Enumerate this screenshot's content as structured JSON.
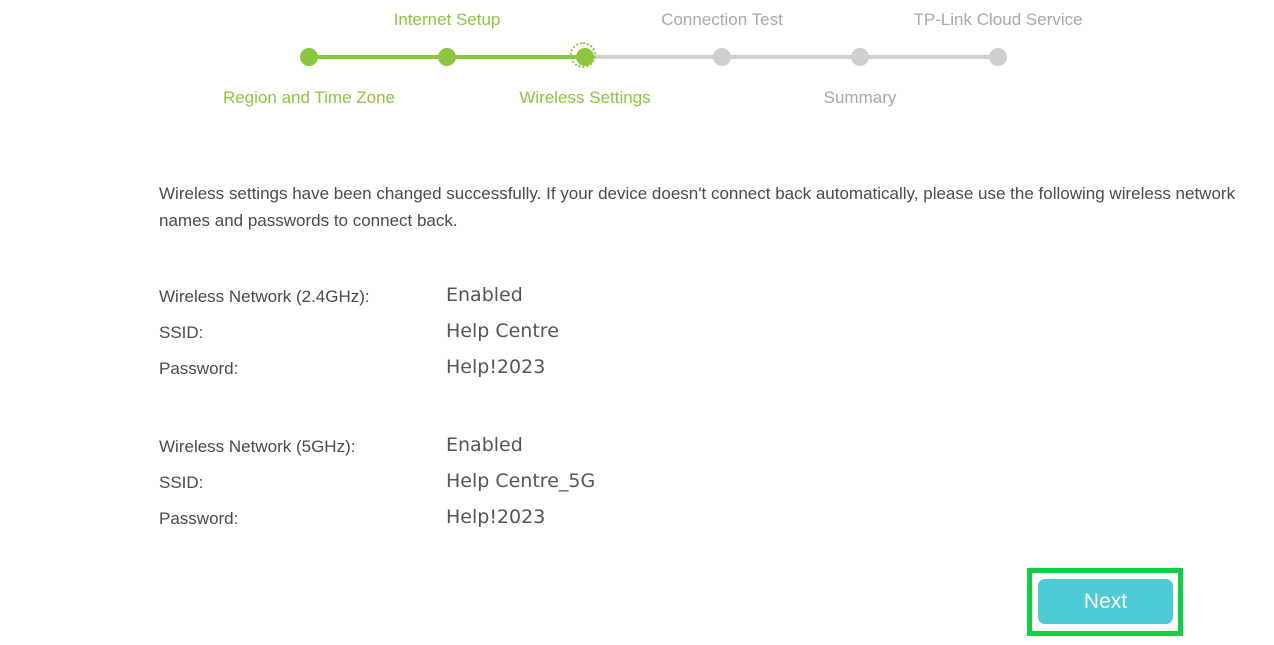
{
  "stepper": {
    "steps": [
      {
        "label": "Region and Time Zone",
        "state": "done"
      },
      {
        "label": "Internet Setup",
        "state": "done"
      },
      {
        "label": "Wireless Settings",
        "state": "current"
      },
      {
        "label": "Connection Test",
        "state": "todo"
      },
      {
        "label": "Summary",
        "state": "todo"
      },
      {
        "label": "TP-Link Cloud Service",
        "state": "todo"
      }
    ],
    "colors": {
      "done": "#8cc63f",
      "todo": "#cfcfcf"
    }
  },
  "message": "Wireless settings have been changed successfully. If your device doesn't connect back automatically, please use the following wireless network names and passwords to connect back.",
  "networks": [
    {
      "band_label": "Wireless Network (2.4GHz):",
      "status": "Enabled",
      "ssid_label": "SSID:",
      "ssid": "Help Centre",
      "password_label": "Password:",
      "password": "Help!2023"
    },
    {
      "band_label": "Wireless Network (5GHz):",
      "status": "Enabled",
      "ssid_label": "SSID:",
      "ssid": "Help Centre_5G",
      "password_label": "Password:",
      "password": "Help!2023"
    }
  ],
  "next_button": {
    "label": "Next",
    "color": "#4dcad6"
  }
}
